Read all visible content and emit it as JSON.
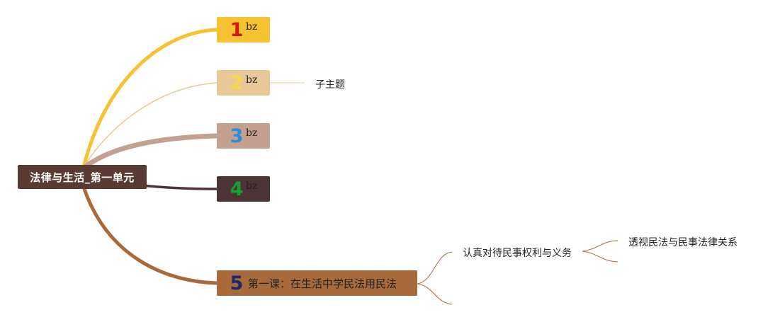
{
  "root": {
    "label": "法律与生活_第一单元",
    "color": "#5a3b33"
  },
  "branches": [
    {
      "number": "1",
      "label": "bz",
      "fill": "#f6c231",
      "number_color": "#d8141f",
      "line_color": "#f6c231"
    },
    {
      "number": "2",
      "label": "bz",
      "fill": "#e8c896",
      "number_color": "#f3d84a",
      "line_color": "#e8c896"
    },
    {
      "number": "3",
      "label": "bz",
      "fill": "#c4a090",
      "number_color": "#2a8fd8",
      "line_color": "#c4a090"
    },
    {
      "number": "4",
      "label": "bz",
      "fill": "#4b3336",
      "number_color": "#18a030",
      "line_color": "#4b3336"
    },
    {
      "number": "5",
      "label": "第一课：在生活中学民法用民法",
      "fill": "#a86a3a",
      "number_color": "#1b2a6e",
      "line_color": "#a86a3a"
    }
  ],
  "subtopics": {
    "branch2_child": "子主题",
    "branch5_child": "认真对待民事权利与义务",
    "branch5_grandchild": "透视民法与民事法律关系"
  }
}
